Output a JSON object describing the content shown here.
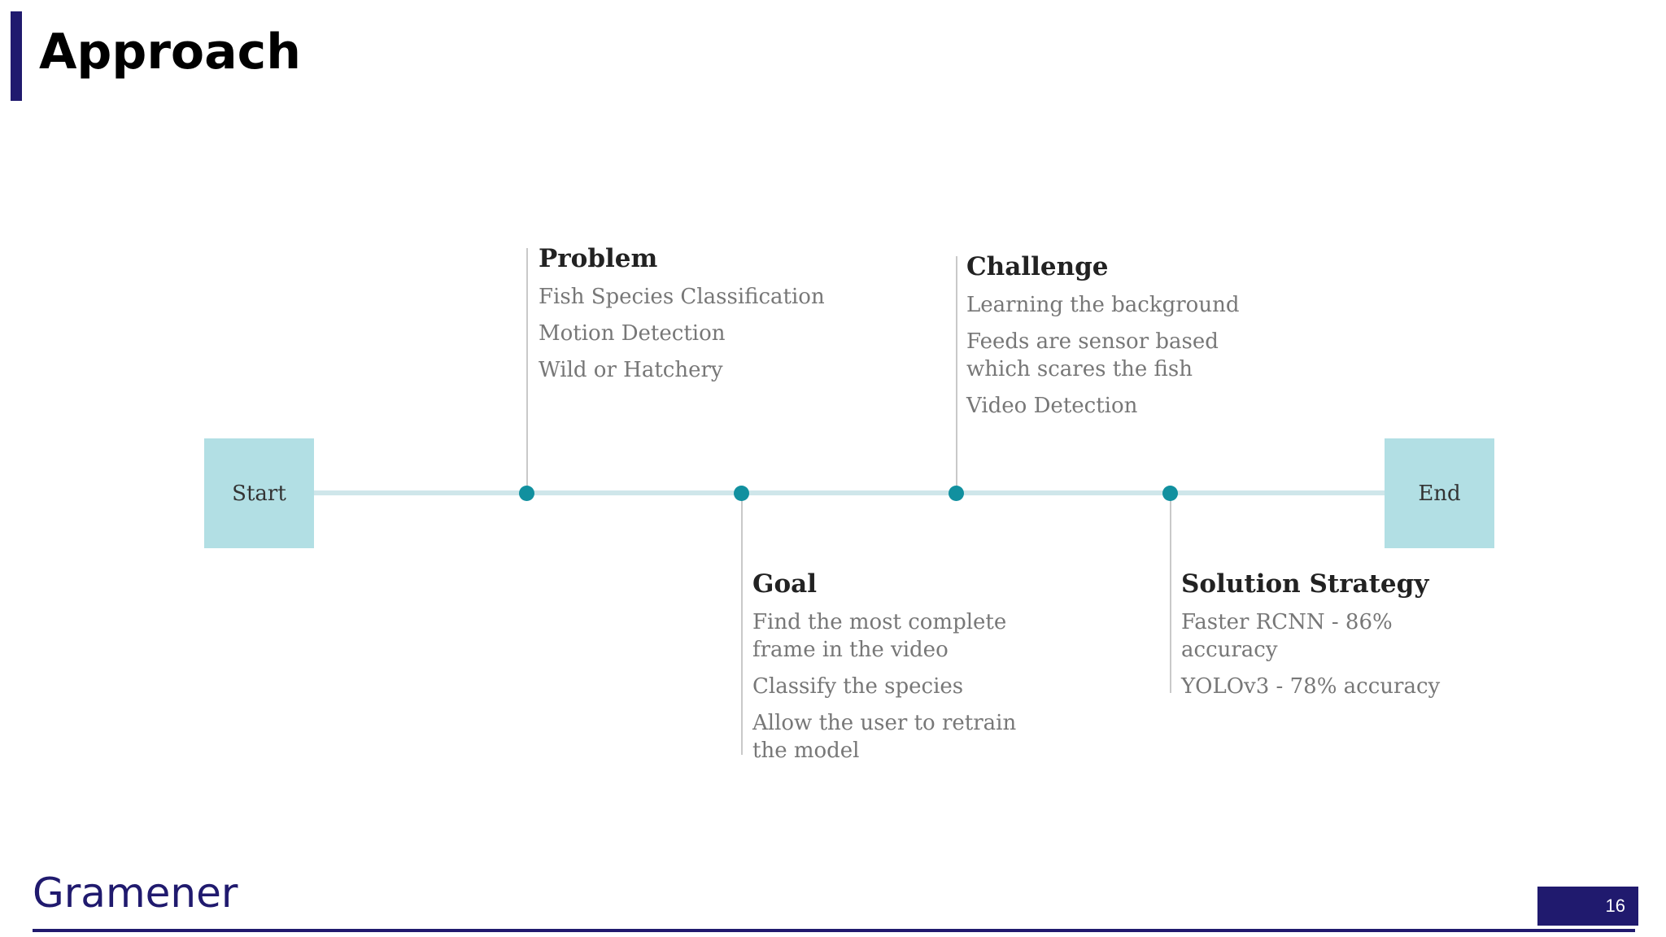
{
  "slide": {
    "title": "Approach",
    "brand": "Gramener",
    "page_number": "16"
  },
  "colors": {
    "accent": "#201a6e",
    "dot": "#11909f",
    "box": "#b2dfe4",
    "line": "#cfe6ea"
  },
  "timeline": {
    "start_label": "Start",
    "end_label": "End",
    "stages": [
      {
        "heading": "Problem",
        "items": [
          "Fish Species Classification",
          "Motion Detection",
          "Wild or Hatchery"
        ]
      },
      {
        "heading": "Goal",
        "items": [
          "Find the most complete frame in the video",
          "Classify the species",
          "Allow the user to retrain the model"
        ]
      },
      {
        "heading": "Challenge",
        "items": [
          "Learning the background",
          "Feeds are sensor based which scares the fish",
          "Video Detection"
        ]
      },
      {
        "heading": "Solution Strategy",
        "items": [
          "Faster RCNN - 86% accuracy",
          "YOLOv3 - 78% accuracy"
        ]
      }
    ]
  }
}
